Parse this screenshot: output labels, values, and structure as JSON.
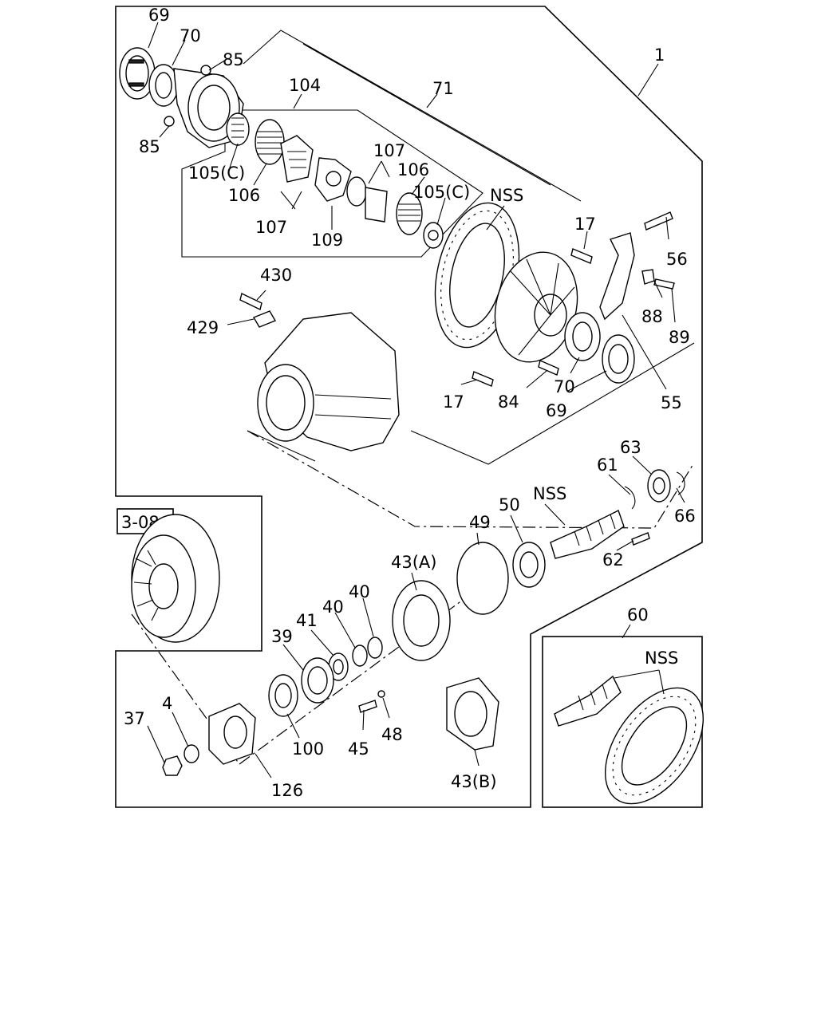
{
  "labels": {
    "l69a": "69",
    "l70a": "70",
    "l85a": "85",
    "l85b": "85",
    "l104": "104",
    "l71": "71",
    "l1": "1",
    "l105c_a": "105(C)",
    "l106a": "106",
    "l107a": "107",
    "l109": "109",
    "l107b": "107",
    "l106b": "106",
    "l105c_b": "105(C)",
    "lnss_a": "NSS",
    "l17a": "17",
    "l56": "56",
    "l430": "430",
    "l429": "429",
    "l88": "88",
    "l89": "89",
    "l17b": "17",
    "l84": "84",
    "l70b": "70",
    "l69b": "69",
    "l55": "55",
    "l63": "63",
    "l61": "61",
    "lnss_b": "NSS",
    "l50": "50",
    "l49": "49",
    "l66": "66",
    "l62": "62",
    "l43a": "43(A)",
    "l40a": "40",
    "l40b": "40",
    "l41": "41",
    "l39": "39",
    "l37": "37",
    "l4": "4",
    "l100": "100",
    "l45": "45",
    "l48": "48",
    "l43b": "43(B)",
    "l126": "126",
    "l60": "60",
    "lnss_c": "NSS"
  },
  "ref_box": "3-08"
}
